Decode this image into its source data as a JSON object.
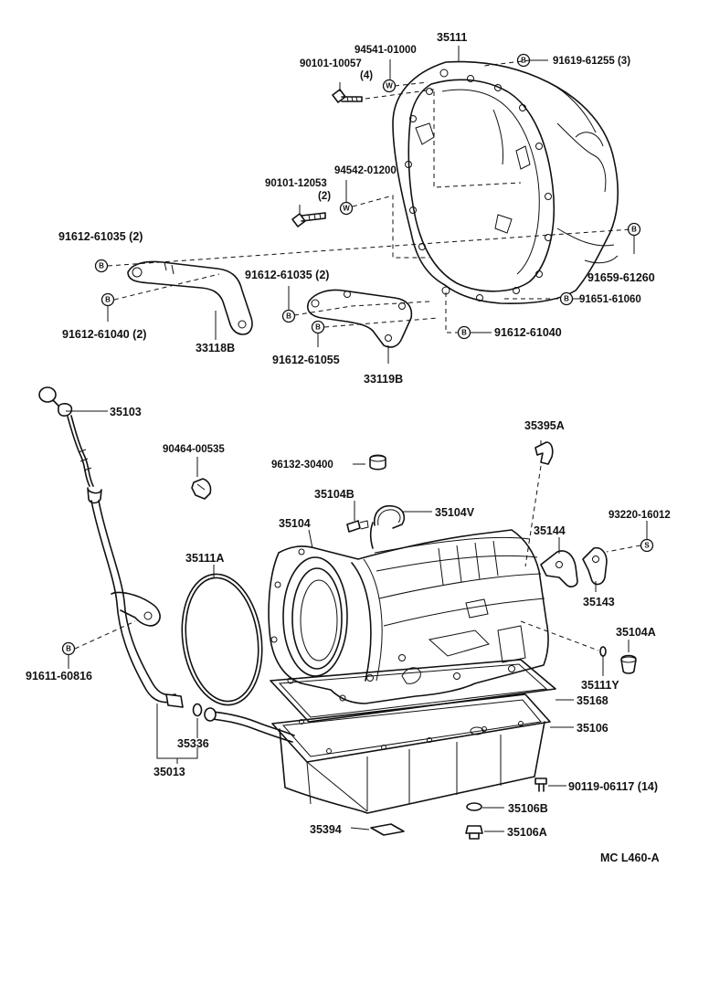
{
  "callouts": {
    "c35111": "35111",
    "c94541": "94541-01000",
    "c90101_10057": "90101-10057",
    "c90101_10057_qty": "(4)",
    "c91619": "91619-61255 (3)",
    "c94542": "94542-01200",
    "c90101_12053": "90101-12053",
    "c90101_12053_qty": "(2)",
    "c91612_61035_a": "91612-61035 (2)",
    "c91612_61035_b": "91612-61035 (2)",
    "c91659": "91659-61260",
    "c91612_61040_a": "91612-61040 (2)",
    "c91651": "91651-61060",
    "c33118B": "33118B",
    "c91612_61055": "91612-61055",
    "c33119B": "33119B",
    "c91612_61040_b": "91612-61040",
    "c35103": "35103",
    "c35395A": "35395A",
    "c90464": "90464-00535",
    "c96132": "96132-30400",
    "c35104B": "35104B",
    "c35104V": "35104V",
    "c35104": "35104",
    "c93220": "93220-16012",
    "c35144": "35144",
    "c35111A": "35111A",
    "c35143": "35143",
    "c35104A": "35104A",
    "c91611": "91611-60816",
    "c35111Y": "35111Y",
    "c35168": "35168",
    "c35106": "35106",
    "c35336": "35336",
    "c35013": "35013",
    "c90119": "90119-06117 (14)",
    "c35106B": "35106B",
    "c35394": "35394",
    "c35106A": "35106A"
  },
  "badges": {
    "bolt_B": "B",
    "washer_W": "W",
    "seal_S": "S"
  },
  "diagram_code": "MC L460-A"
}
